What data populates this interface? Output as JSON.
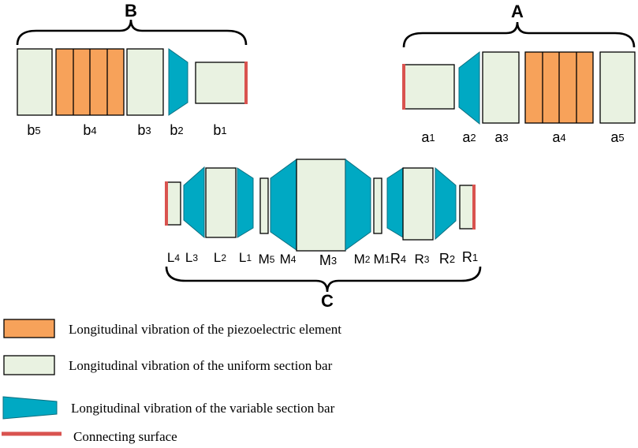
{
  "colors": {
    "piezo": "#f7a25a",
    "uniform": "#e9f2e1",
    "variable": "#00a9c3",
    "connecting": "#d9534f"
  },
  "assemblies": {
    "B": {
      "label": "B",
      "parts": [
        {
          "id": "b5",
          "letter": "b",
          "sub": "5",
          "type": "uniform"
        },
        {
          "id": "b4",
          "letter": "b",
          "sub": "4",
          "type": "piezo",
          "segments": 4
        },
        {
          "id": "b3",
          "letter": "b",
          "sub": "3",
          "type": "uniform"
        },
        {
          "id": "b2",
          "letter": "b",
          "sub": "2",
          "type": "variable"
        },
        {
          "id": "b1",
          "letter": "b",
          "sub": "1",
          "type": "uniform",
          "connecting": "right"
        }
      ]
    },
    "A": {
      "label": "A",
      "parts": [
        {
          "id": "a1",
          "letter": "a",
          "sub": "1",
          "type": "uniform",
          "connecting": "left"
        },
        {
          "id": "a2",
          "letter": "a",
          "sub": "2",
          "type": "variable"
        },
        {
          "id": "a3",
          "letter": "a",
          "sub": "3",
          "type": "uniform"
        },
        {
          "id": "a4",
          "letter": "a",
          "sub": "4",
          "type": "piezo",
          "segments": 4
        },
        {
          "id": "a5",
          "letter": "a",
          "sub": "5",
          "type": "uniform"
        }
      ]
    },
    "C": {
      "label": "C",
      "parts": [
        {
          "id": "L4",
          "letter": "L",
          "sub": "4",
          "type": "uniform",
          "connecting": "left"
        },
        {
          "id": "L3",
          "letter": "L",
          "sub": "3",
          "type": "variable"
        },
        {
          "id": "L2",
          "letter": "L",
          "sub": "2",
          "type": "uniform"
        },
        {
          "id": "L1",
          "letter": "L",
          "sub": "1",
          "type": "variable"
        },
        {
          "id": "M5",
          "letter": "M",
          "sub": "5",
          "type": "uniform"
        },
        {
          "id": "M4",
          "letter": "M",
          "sub": "4",
          "type": "variable"
        },
        {
          "id": "M3",
          "letter": "M",
          "sub": "3",
          "type": "uniform"
        },
        {
          "id": "M2",
          "letter": "M",
          "sub": "2",
          "type": "variable"
        },
        {
          "id": "M1",
          "letter": "M",
          "sub": "1",
          "type": "uniform"
        },
        {
          "id": "R4",
          "letter": "R",
          "sub": "4",
          "type": "variable"
        },
        {
          "id": "R3",
          "letter": "R",
          "sub": "3",
          "type": "uniform"
        },
        {
          "id": "R2",
          "letter": "R",
          "sub": "2",
          "type": "variable"
        },
        {
          "id": "R1",
          "letter": "R",
          "sub": "1",
          "type": "uniform",
          "connecting": "right"
        }
      ]
    }
  },
  "legend": [
    {
      "key": "piezo",
      "text": "Longitudinal vibration of the piezoelectric element"
    },
    {
      "key": "uniform",
      "text": "Longitudinal vibration of the uniform section bar"
    },
    {
      "key": "variable",
      "text": "Longitudinal vibration of the variable section bar"
    },
    {
      "key": "connecting",
      "text": "Connecting surface"
    }
  ]
}
